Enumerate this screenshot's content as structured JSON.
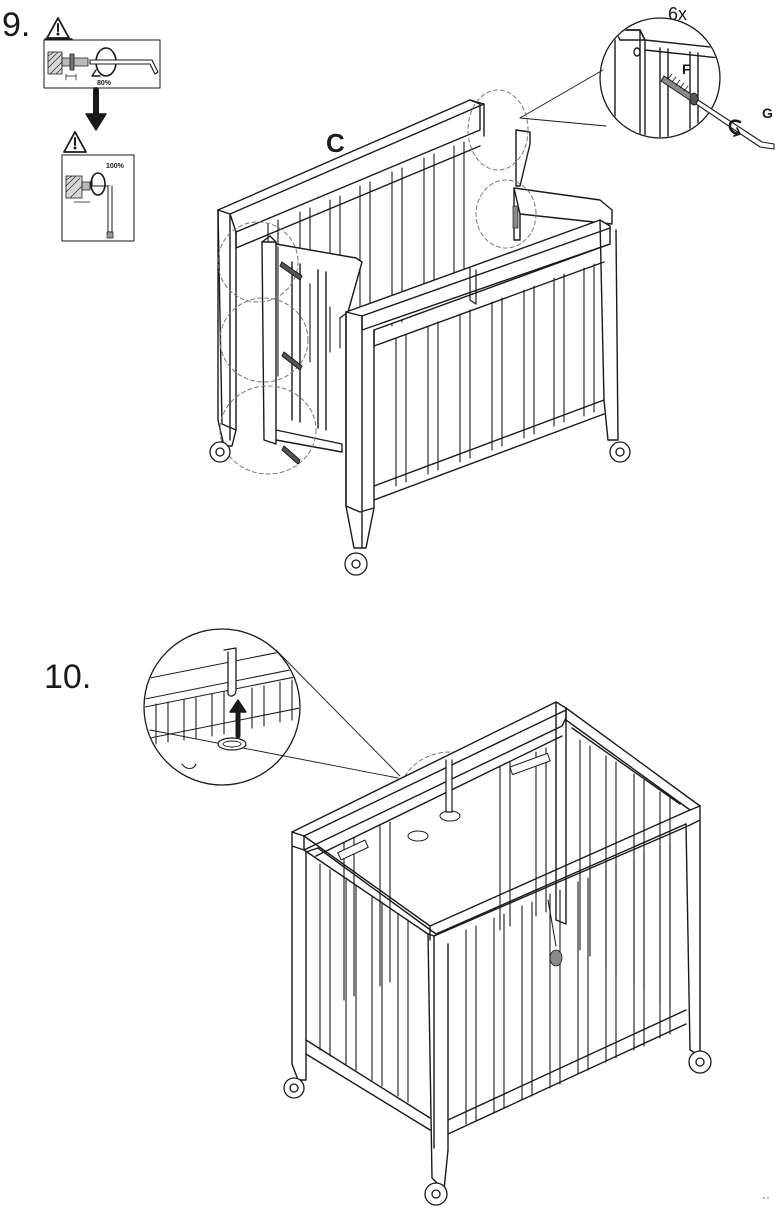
{
  "steps": [
    {
      "number": "9.",
      "part_labels": {
        "rail": "C",
        "bolt": "F",
        "key": "G"
      },
      "quantity": "6x",
      "tighten_percent_first": "80%",
      "tighten_percent_final": "100%",
      "icons": [
        "warning-icon",
        "allen-key-icon",
        "bolt-icon",
        "rotate-arrow-icon",
        "down-arrow-icon"
      ]
    },
    {
      "number": "10.",
      "icons": [
        "up-arrow-icon",
        "clip-hook-icon"
      ]
    }
  ],
  "colors": {
    "line": "#1a1a1a",
    "highlight_gray": "#8a8a8a",
    "dashed": "#777777"
  }
}
